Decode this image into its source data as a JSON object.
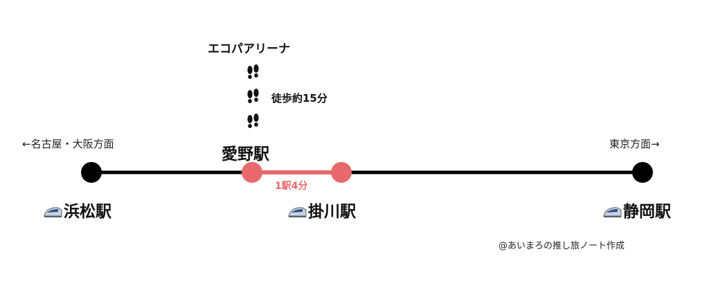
{
  "venue": "エコパアリーナ",
  "walk_label": "徒歩約15分",
  "direction_left": "←名古屋・大阪方面",
  "direction_right": "東京方面→",
  "stations": {
    "hamamatsu": "浜松駅",
    "aino": "愛野駅",
    "kakegawa": "掛川駅",
    "shizuoka": "静岡駅"
  },
  "segment_label": "1駅4分",
  "credit": "@あいまろの推し旅ノート作成",
  "icons": [
    "bullet-train-icon",
    "footprints-icon"
  ],
  "colors": {
    "line": "#000000",
    "highlight": "#e8696b",
    "text": "#111111"
  }
}
